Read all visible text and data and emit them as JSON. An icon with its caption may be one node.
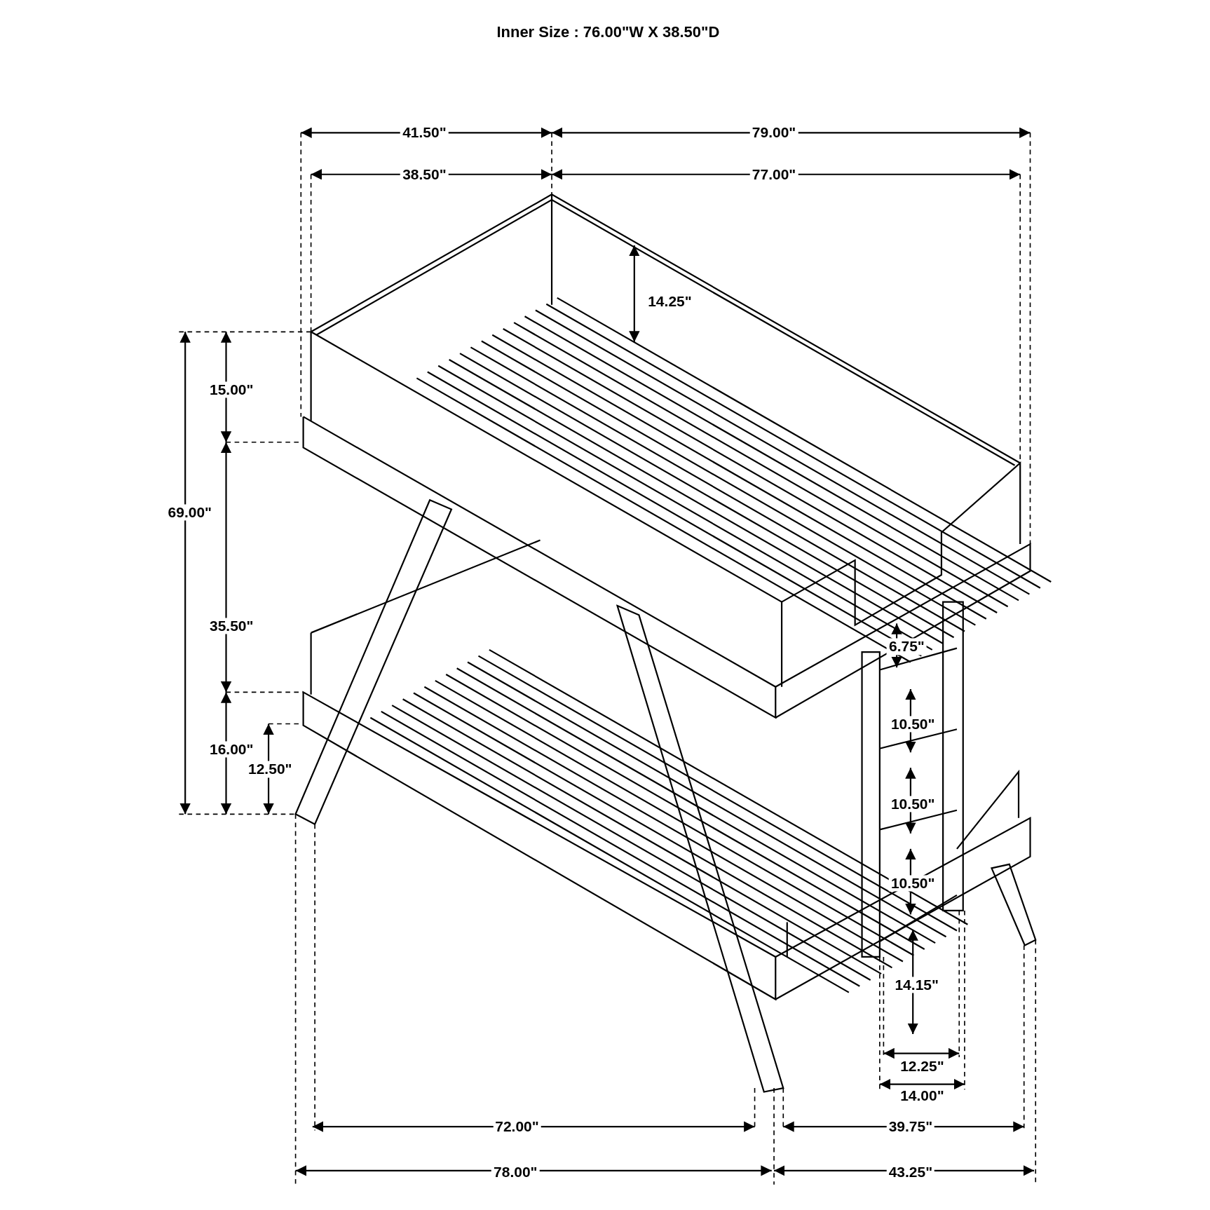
{
  "diagram": {
    "title": "Inner Size : 76.00\"W X 38.50\"D",
    "labels": [
      "41.50\"",
      "79.00\"",
      "38.50\"",
      "77.00\"",
      "14.25\"",
      "15.00\"",
      "69.00\"",
      "35.50\"",
      "6.75\"",
      "10.50\"",
      "16.00\"",
      "12.50\"",
      "10.50\"",
      "10.50\"",
      "14.15\"",
      "12.25\"",
      "14.00\"",
      "72.00\"",
      "39.75\"",
      "78.00\"",
      "43.25\""
    ]
  }
}
